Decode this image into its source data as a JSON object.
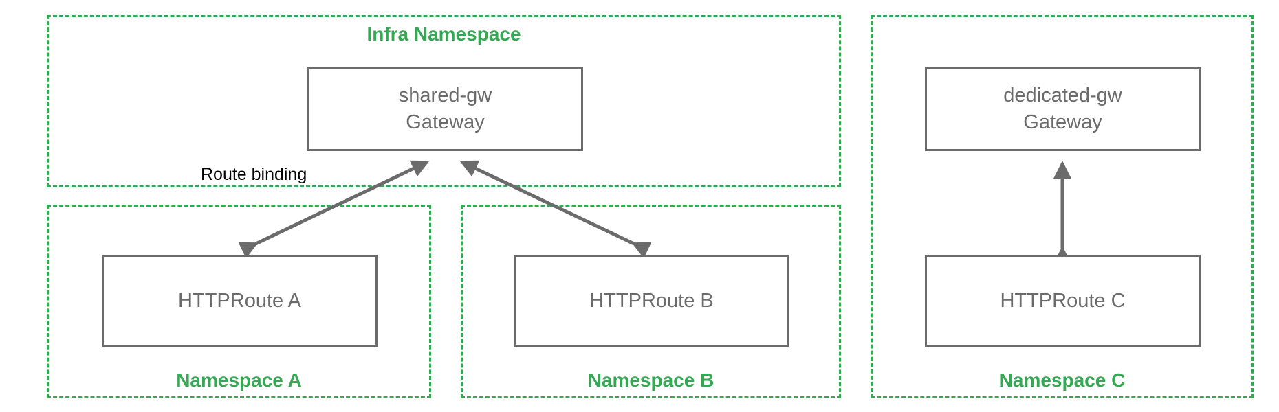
{
  "diagram": {
    "title_visible": false,
    "colors": {
      "namespace_border": "#34a853",
      "namespace_label": "#34a853",
      "node_border": "#6b6b6b",
      "node_text": "#6b6b6b",
      "edge": "#6b6b6b",
      "edge_label": "#000000",
      "background": "#ffffff"
    },
    "namespaces": [
      {
        "id": "infra",
        "label": "Infra Namespace",
        "label_position": "top-center"
      },
      {
        "id": "ns-a",
        "label": "Namespace A",
        "label_position": "bottom-center"
      },
      {
        "id": "ns-b",
        "label": "Namespace B",
        "label_position": "bottom-center"
      },
      {
        "id": "ns-c",
        "label": "Namespace C",
        "label_position": "bottom-center"
      }
    ],
    "nodes": [
      {
        "id": "shared-gw",
        "line1": "shared-gw",
        "line2": "Gateway",
        "text": "shared-gw\nGateway",
        "namespace": "infra"
      },
      {
        "id": "dedicated-gw",
        "line1": "dedicated-gw",
        "line2": "Gateway",
        "text": "dedicated-gw\nGateway",
        "namespace": "ns-c"
      },
      {
        "id": "httproute-a",
        "text": "HTTPRoute A",
        "namespace": "ns-a"
      },
      {
        "id": "httproute-b",
        "text": "HTTPRoute B",
        "namespace": "ns-b"
      },
      {
        "id": "httproute-c",
        "text": "HTTPRoute C",
        "namespace": "ns-c"
      }
    ],
    "edges": [
      {
        "id": "edge-a",
        "from": "httproute-a",
        "to": "shared-gw",
        "label": "Route binding",
        "arrows": "both"
      },
      {
        "id": "edge-b",
        "from": "httproute-b",
        "to": "shared-gw",
        "label": "",
        "arrows": "both"
      },
      {
        "id": "edge-c",
        "from": "httproute-c",
        "to": "dedicated-gw",
        "label": "",
        "arrows": "both"
      }
    ],
    "edge_labels": [
      {
        "id": "route-binding",
        "text": "Route binding"
      }
    ]
  }
}
